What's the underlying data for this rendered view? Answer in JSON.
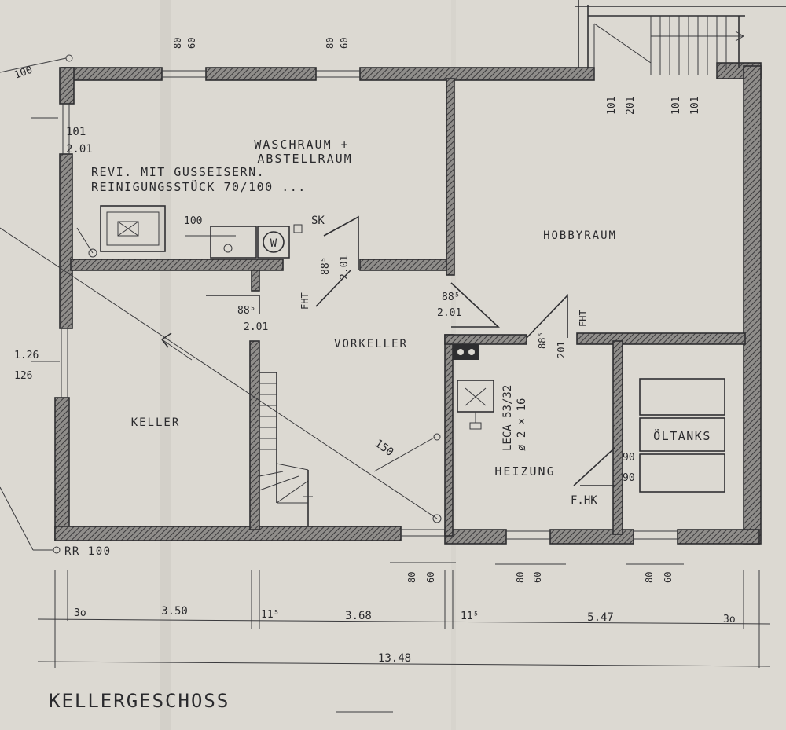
{
  "title": "KELLERGESCHOSS",
  "rooms": {
    "waschraum_line1": "WASCHRAUM +",
    "waschraum_line2": "ABSTELLRAUM",
    "revi_line1": "REVI. MIT GUSSEISERN.",
    "revi_line2": "REINIGUNGSSTÜCK 70/100 ...",
    "hobbyraum": "HOBBYRAUM",
    "vorkeller": "VORKELLER",
    "keller": "KELLER",
    "heizung": "HEIZUNG",
    "oeltanks": "ÖLTANKS"
  },
  "fixtures": {
    "sk": "SK",
    "washer": "W",
    "sink_width": "100",
    "boiler_label": "LECA 53/32",
    "boiler_pipe": "ø 2 × 16",
    "fhk": "F.HK",
    "stair_length": "150",
    "drain": "RR 100",
    "pipe_top_left": "100"
  },
  "doors": {
    "d1_width": "88⁵",
    "d1_height": "2.01",
    "d1_type": "FHT",
    "d2_width": "88⁵",
    "d2_height": "2.01",
    "d3_width": "88⁵",
    "d3_height": "2.01",
    "d4_width": "88⁵",
    "d4_height": "201",
    "d4_type": "FHT",
    "d5_width": "90",
    "d5_height": "90",
    "stair_door_a": "101",
    "stair_door_b": "201",
    "stair_door_c": "101",
    "stair_door_d": "101"
  },
  "windows": {
    "top1_a": "80",
    "top1_b": "60",
    "top2_a": "80",
    "top2_b": "60",
    "left1_a": "101",
    "left1_b": "2.01",
    "left2_a": "1.26",
    "left2_b": "126",
    "bottom1_a": "80",
    "bottom1_b": "60",
    "bottom2_a": "80",
    "bottom2_b": "60",
    "bottom3_a": "80",
    "bottom3_b": "60"
  },
  "dimensions": {
    "wall_left": "3o",
    "keller_width": "3.50",
    "inner_wall_1": "11⁵",
    "vorkeller_width": "3.68",
    "inner_wall_2": "11⁵",
    "east_width": "5.47",
    "wall_right": "3o",
    "total": "13.48"
  }
}
